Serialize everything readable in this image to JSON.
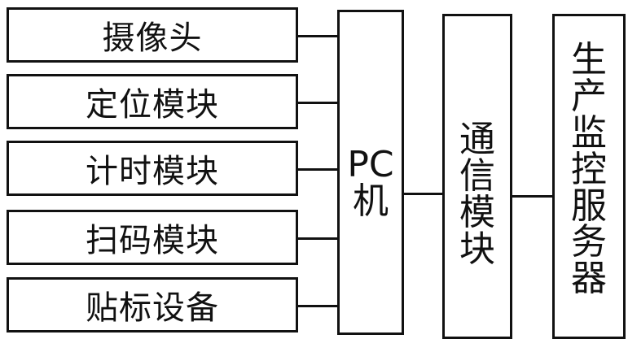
{
  "left_modules": [
    {
      "label": "摄像头"
    },
    {
      "label": "定位模块"
    },
    {
      "label": "计时模块"
    },
    {
      "label": "扫码模块"
    },
    {
      "label": "贴标设备"
    }
  ],
  "pc": {
    "chars": [
      "PC",
      "机"
    ]
  },
  "comm": {
    "chars": [
      "通",
      "信",
      "模",
      "块"
    ]
  },
  "server": {
    "chars": [
      "生",
      "产",
      "监",
      "控",
      "服",
      "务",
      "器"
    ]
  }
}
